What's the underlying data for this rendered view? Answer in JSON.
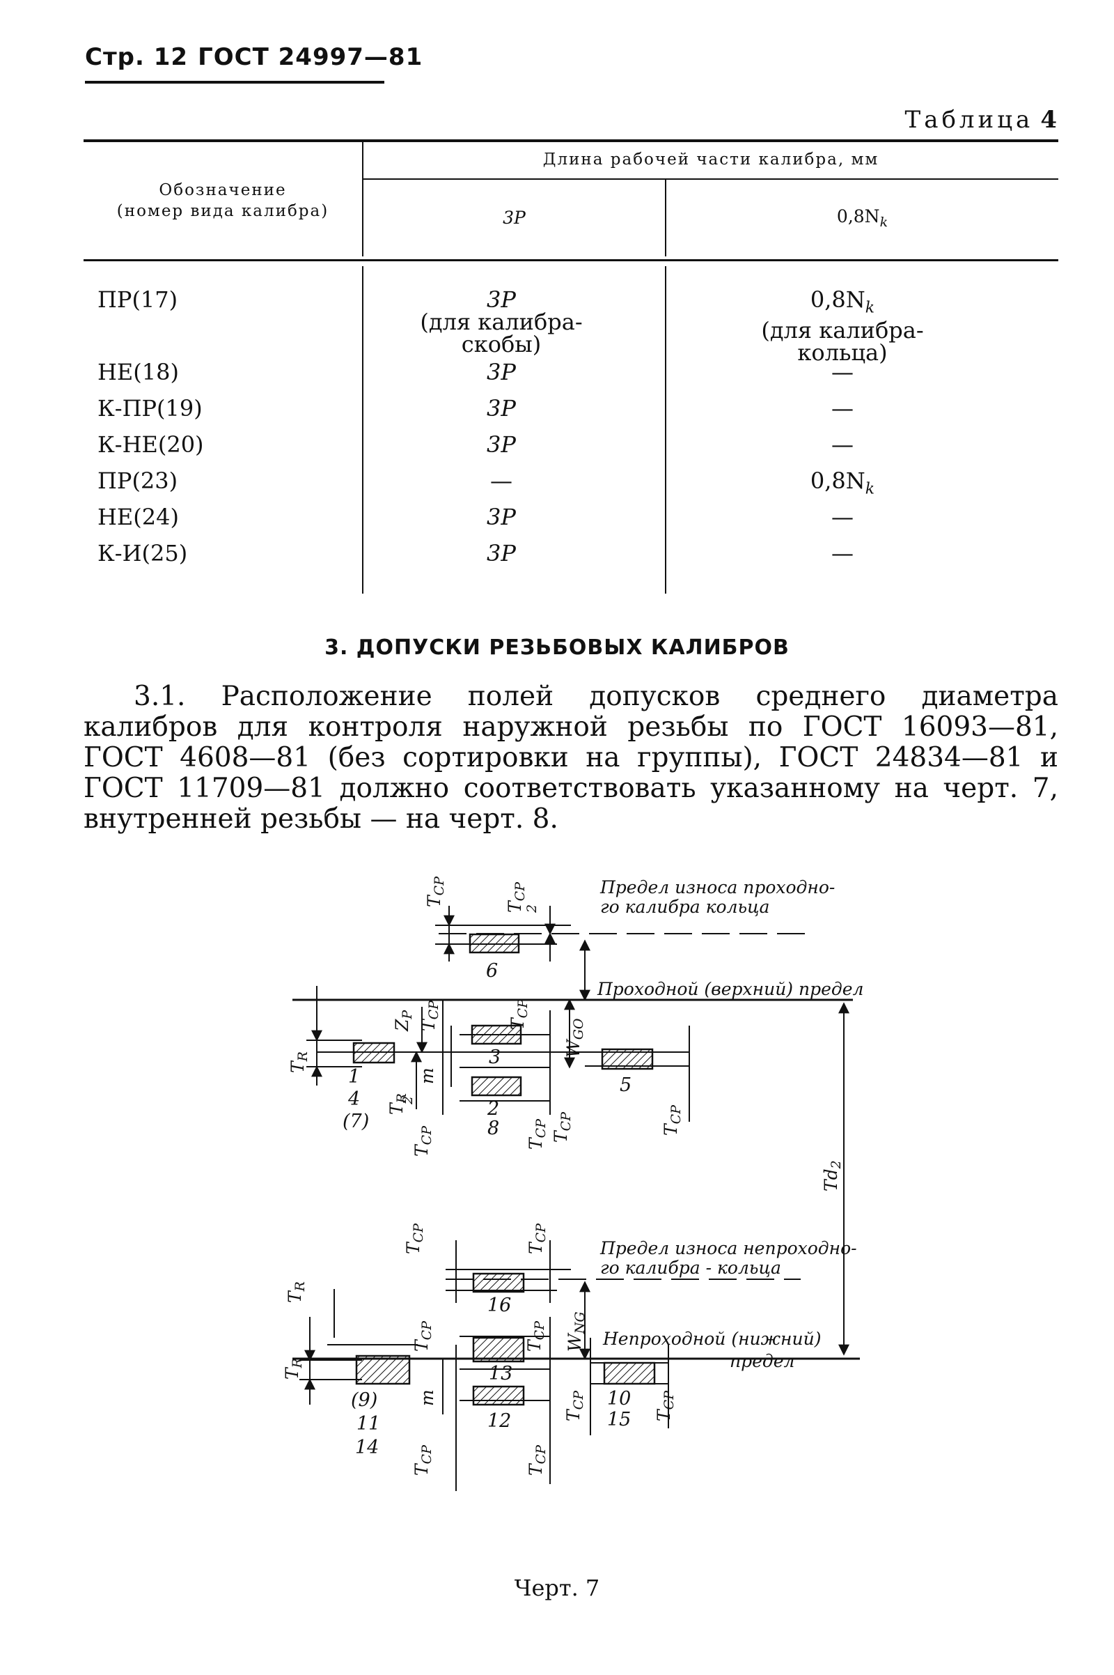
{
  "header": {
    "page": "Стр. 12",
    "standard": "ГОСТ 24997—81"
  },
  "table": {
    "label": "Таблица",
    "number": "4",
    "col1_header_line1": "Обозначение",
    "col1_header_line2": "(номер вида калибра)",
    "group_header": "Длина рабочей части калибра, мм",
    "col2_header": "3P",
    "col3_header_base": "0,8N",
    "col3_header_sub": "k",
    "rows": [
      {
        "designation": "ПР(17)",
        "c2": "3P",
        "c2_note1": "(для калибра-",
        "c2_note2": "скобы)",
        "c3": "0,8N",
        "c3_sub": "k",
        "c3_note1": "(для калибра-",
        "c3_note2": "кольца)"
      },
      {
        "designation": "НЕ(18)",
        "c2": "3P",
        "c3": "—"
      },
      {
        "designation": "К-ПР(19)",
        "c2": "3P",
        "c3": "—"
      },
      {
        "designation": "К-НЕ(20)",
        "c2": "3P",
        "c3": "—"
      },
      {
        "designation": "ПР(23)",
        "c2": "—",
        "c3": "0,8N",
        "c3_sub": "k"
      },
      {
        "designation": "НЕ(24)",
        "c2": "3P",
        "c3": "—"
      },
      {
        "designation": "К-И(25)",
        "c2": "3P",
        "c3": "—"
      }
    ]
  },
  "section": {
    "title": "3. ДОПУСКИ РЕЗЬБОВЫХ КАЛИБРОВ",
    "paragraph": "3.1. Расположение полей допусков среднего диаметра калибров для контроля наружной резьбы по ГОСТ 16093—81, ГОСТ 4608—81 (без сортировки на группы), ГОСТ 24834—81 и ГОСТ 11709—81 должно соответствовать указанному на черт. 7, внутренней резьбы — на черт. 8."
  },
  "drawing": {
    "labels": {
      "wear_go_1": "Предел износа проходно-",
      "wear_go_2": "го калибра кольца",
      "upper_limit": "Проходной (верхний) предел",
      "wear_nogo_1": "Предел износа непроходно-",
      "wear_nogo_2": "го калибра - кольца",
      "lower_limit_1": "Непроходной (нижний)",
      "lower_limit_2": "предел"
    },
    "numbers": {
      "n6": "6",
      "n1": "1",
      "n4": "4",
      "n7": "(7)",
      "n3": "3",
      "n2": "2",
      "n8": "8",
      "n5": "5",
      "n16": "16",
      "n13": "13",
      "n12": "12",
      "n9": "(9)",
      "n11": "11",
      "n14": "14",
      "n10": "10",
      "n15": "15"
    },
    "dims": {
      "T": "T",
      "W": "W",
      "Z": "Z",
      "m": "m",
      "two": "2",
      "sub_cp": "CP",
      "sub_r": "R",
      "sub_go": "GO",
      "sub_ng": "NG",
      "sub_r_lower": "R",
      "sub_p": "P",
      "td_base": "Td",
      "td_sub": "2"
    }
  },
  "caption": "Черт. 7"
}
